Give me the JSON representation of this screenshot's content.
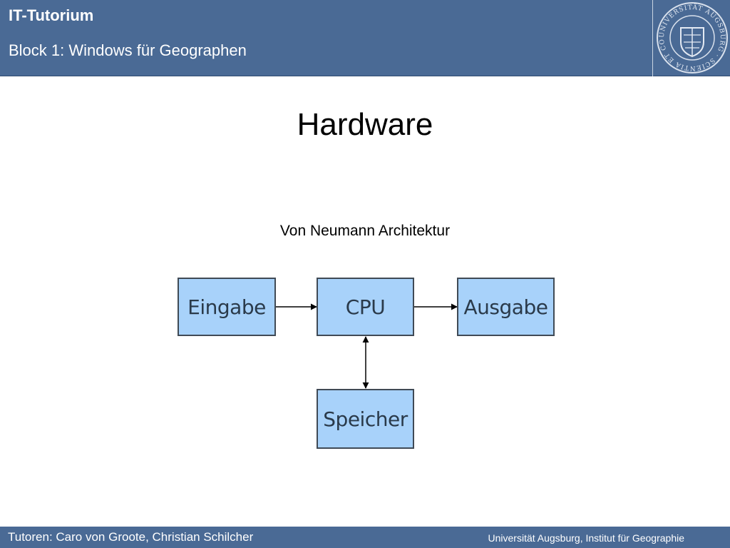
{
  "header": {
    "title": "IT-Tutorium",
    "subtitle": "Block 1: Windows für Geographen",
    "logo": {
      "icon": "university-seal-icon",
      "text": "UNIVERSITÄT AUGSBURG · SCIENTIA ET CONSCIENTIA"
    }
  },
  "slide": {
    "title": "Hardware",
    "diagram_caption": "Von Neumann Architektur"
  },
  "diagram": {
    "box_color": "#a8d2fa",
    "nodes": {
      "input": "Eingabe",
      "cpu": "CPU",
      "output": "Ausgabe",
      "memory": "Speicher"
    },
    "edges": [
      {
        "from": "Eingabe",
        "to": "CPU",
        "direction": "forward"
      },
      {
        "from": "CPU",
        "to": "Ausgabe",
        "direction": "forward"
      },
      {
        "from": "CPU",
        "to": "Speicher",
        "direction": "bidirectional"
      }
    ]
  },
  "footer": {
    "left": "Tutoren: Caro von Groote, Christian Schilcher",
    "right": "Universität Augsburg, Institut für Geographie"
  },
  "theme": {
    "accent": "#4a6a95"
  }
}
